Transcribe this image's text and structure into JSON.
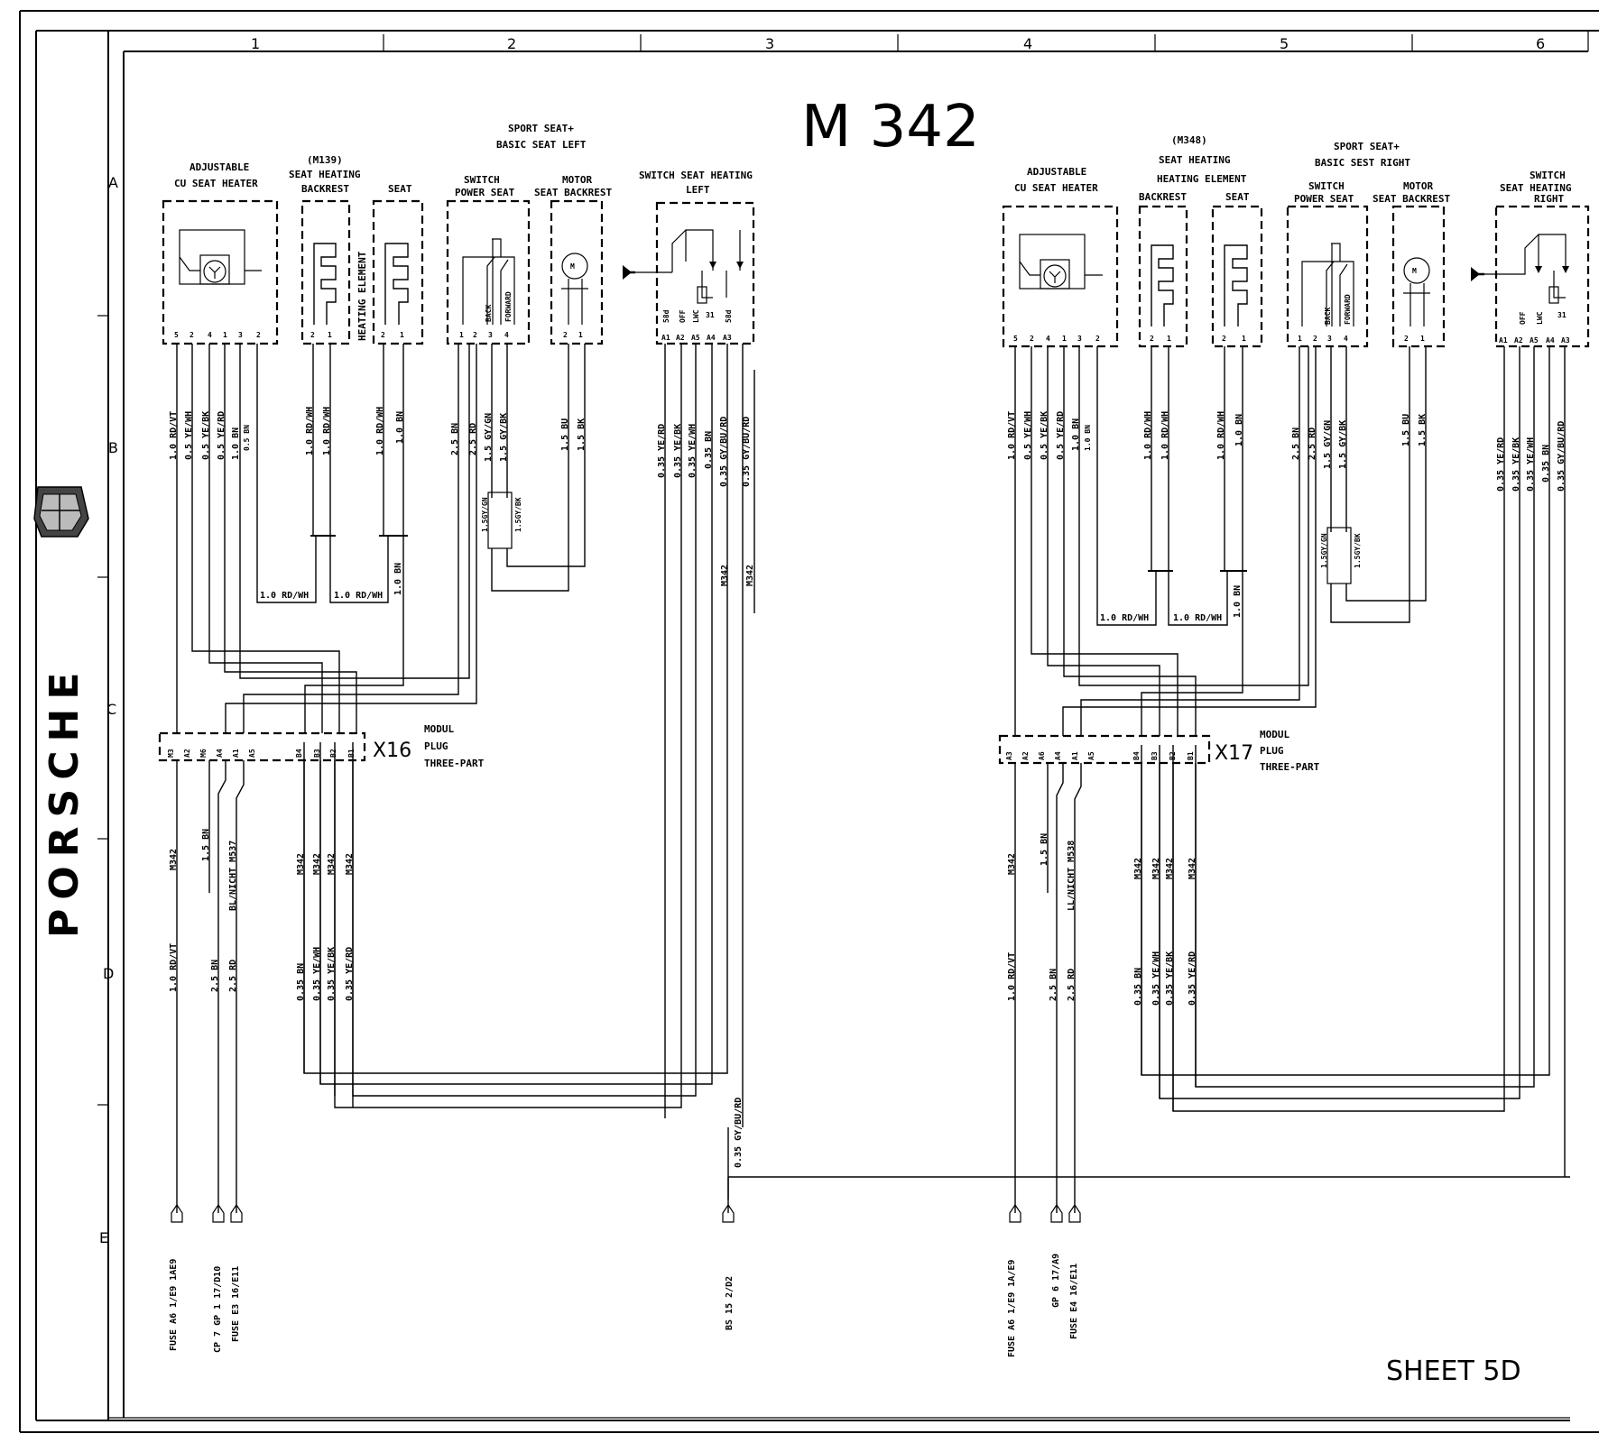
{
  "title": "M 342",
  "sheet_label": "SHEET 5D",
  "brand": "PORSCHE",
  "grid": {
    "cols": [
      "1",
      "2",
      "3",
      "4",
      "5",
      "6"
    ],
    "rows": [
      "A",
      "B",
      "C",
      "D",
      "E"
    ]
  },
  "left": {
    "adjustable": [
      "ADJUSTABLE",
      "CU SEAT HEATER"
    ],
    "adj_pins": [
      "5",
      "2",
      "4",
      "1",
      "3",
      "2"
    ],
    "heating_backrest": [
      "(M139)",
      "SEAT HEATING",
      "BACKREST"
    ],
    "heating_element_label": "HEATING ELEMENT",
    "backrest_pins": [
      "2",
      "1"
    ],
    "seat": "SEAT",
    "seat_pins": [
      "2",
      "1"
    ],
    "sport_seat": [
      "SPORT SEAT+",
      "BASIC SEAT LEFT"
    ],
    "switch_power_seat": [
      "SWITCH",
      "POWER SEAT"
    ],
    "power_pins": [
      "1",
      "2",
      "3",
      "4"
    ],
    "back_label": "BACK",
    "forward_label": "FORWARD",
    "motor_backrest": [
      "MOTOR",
      "SEAT BACKREST"
    ],
    "motor_symbol": "M",
    "motor_pins": [
      "2",
      "1"
    ],
    "switch_heating": [
      "SWITCH SEAT HEATING",
      "LEFT"
    ],
    "sh_inner": [
      "58d",
      "OFF",
      "LWC",
      "31",
      "58d"
    ],
    "sh_pins": [
      "A1",
      "A2",
      "A5",
      "A4",
      "A3"
    ],
    "upper_wires": [
      "1.0 RD/VT",
      "0.5 YE/WH",
      "0.5 YE/BK",
      "0.5 YE/RD",
      "1.0 BN",
      "0.5 BN",
      "1.0 RD/WH",
      "1.0 RD/WH",
      "1.0 RD/WH",
      "1.0 BN",
      "2.5 BN",
      "2.5 RD",
      "1.5 GY/GN",
      "1.5 GY/BK",
      "1.5 BU",
      "1.5 BK",
      "0.35 YE/RD",
      "0.35 YE/BK",
      "0.35 YE/WH",
      "0.35 BN",
      "0.35 GY/BU/RD",
      "0.35 GY/BU/RD"
    ],
    "splice_wires": [
      "1.5GY/GN",
      "1.5GY/BK"
    ],
    "mid_wires": [
      "1.0 RD/WH",
      "1.0 RD/WH",
      "1.0 BN"
    ],
    "m342_marks": [
      "M342",
      "M342"
    ],
    "plug_name": "X16",
    "plug_desc": [
      "MODUL",
      "PLUG",
      "THREE-PART"
    ],
    "plug_pins": [
      "M3",
      "A2",
      "M6",
      "A4",
      "A1",
      "A5",
      "B4",
      "B3",
      "B2",
      "B1"
    ],
    "lower_m342": [
      "M342",
      "M342",
      "M342",
      "M342",
      "M342"
    ],
    "bn_label": "1.5 BN",
    "bl_label": "BL/NICHT M537",
    "lower_wires": [
      "1.0 RD/VT",
      "2.5 BN",
      "2.5 RD",
      "0.35 BN",
      "0.35 YE/WH",
      "0.35 YE/BK",
      "0.35 YE/RD"
    ],
    "ground_wire": "0.35 GY/BU/RD",
    "dest": [
      "FUSE A6 1/E9 1AE9",
      "CP 7 GP 1  17/D10",
      "FUSE E3  16/E11",
      "BS 15  2/D2"
    ]
  },
  "right": {
    "adjustable": [
      "ADJUSTABLE",
      "CU SEAT HEATER"
    ],
    "adj_pins": [
      "5",
      "2",
      "4",
      "1",
      "3",
      "2"
    ],
    "heating": [
      "(M348)",
      "SEAT HEATING",
      "HEATING ELEMENT"
    ],
    "backrest": "BACKREST",
    "backrest_pins": [
      "2",
      "1"
    ],
    "seat": "SEAT",
    "seat_pins": [
      "2",
      "1"
    ],
    "sport_seat": [
      "SPORT SEAT+",
      "BASIC SEST RIGHT"
    ],
    "switch_power_seat": [
      "SWITCH",
      "POWER SEAT"
    ],
    "power_pins": [
      "1",
      "2",
      "3",
      "4"
    ],
    "back_label": "BACK",
    "forward_label": "FORWARD",
    "motor_backrest": [
      "MOTOR",
      "SEAT BACKREST"
    ],
    "motor_symbol": "M",
    "motor_pins": [
      "2",
      "1"
    ],
    "switch_heating": [
      "SWITCH",
      "SEAT HEATING",
      "RIGHT"
    ],
    "sh_inner": [
      "OFF",
      "LWC",
      "31"
    ],
    "sh_pins": [
      "A1",
      "A2",
      "A5",
      "A4",
      "A3"
    ],
    "upper_wires": [
      "1.0 RD/VT",
      "0.5 YE/WH",
      "0.5 YE/BK",
      "0.5 YE/RD",
      "1.0 BN",
      "1.0 BN",
      "1.0 RD/WH",
      "1.0 RD/WH",
      "1.0 RD/WH",
      "1.0 BN",
      "2.5 BN",
      "2.5 RD",
      "1.5 GY/GN",
      "1.5 GY/BK",
      "1.5 BU",
      "1.5 BK",
      "0.35 YE/RD",
      "0.35 YE/BK",
      "0.35 YE/WH",
      "0.35 BN",
      "0.35 GY/BU/RD"
    ],
    "splice_wires": [
      "1.5GY/GN",
      "1.5GY/BK"
    ],
    "mid_wires": [
      "1.0 RD/WH",
      "1.0 RD/WH",
      "1.0 BN"
    ],
    "plug_name": "X17",
    "plug_desc": [
      "MODUL",
      "PLUG",
      "THREE-PART"
    ],
    "plug_pins": [
      "A3",
      "A2",
      "A6",
      "A4",
      "A1",
      "A5",
      "B4",
      "B3",
      "B2",
      "B1"
    ],
    "lower_m342": [
      "M342",
      "M342",
      "M342",
      "M342",
      "M342"
    ],
    "bn_label": "1.5 BN",
    "ll_label": "LL/NICHT M538",
    "lower_wires": [
      "1.0 RD/VT",
      "2.5 BN",
      "2.5 RD",
      "0.35 BN",
      "0.35 YE/WH",
      "0.35 YE/BK",
      "0.35 YE/RD"
    ],
    "dest": [
      "FUSE A6 1/E9 1A/E9",
      "GP 6  17/A9",
      "FUSE E4  16/E11"
    ]
  }
}
